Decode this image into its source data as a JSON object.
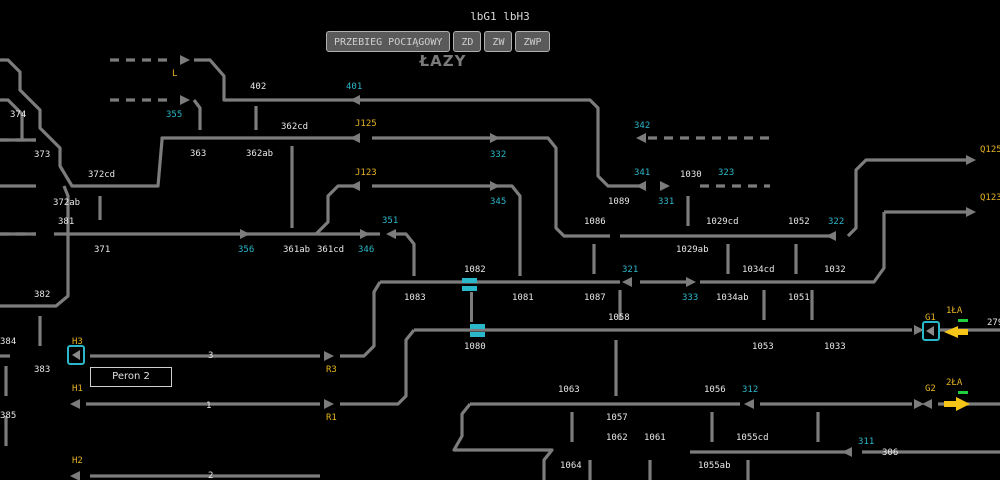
{
  "header": {
    "title": "lbG1 lbH3",
    "station": "ŁAZY",
    "buttons": [
      "PRZEBIEG POCIĄGOWY",
      "ZD",
      "ZW",
      "ZWP"
    ]
  },
  "peron": "Peron 2",
  "colors": {
    "track": "#7c7c7c",
    "cyan": "#2ab7c9",
    "yellow": "#e6b422",
    "text": "#e8e8e8",
    "bg": "#000000",
    "green": "#1fcf3f"
  },
  "labels": [
    [
      "402",
      "w",
      250,
      89
    ],
    [
      "401",
      "c",
      346,
      89
    ],
    [
      "L",
      "y",
      172,
      76
    ],
    [
      "355",
      "c",
      166,
      117
    ],
    [
      "374",
      "w",
      10,
      117
    ],
    [
      "373",
      "w",
      34,
      157
    ],
    [
      "372cd",
      "w",
      88,
      177
    ],
    [
      "372ab",
      "w",
      53,
      205
    ],
    [
      "381",
      "w",
      58,
      224
    ],
    [
      "371",
      "w",
      94,
      252
    ],
    [
      "382",
      "w",
      34,
      297
    ],
    [
      "384",
      "w",
      0,
      344
    ],
    [
      "383",
      "w",
      34,
      372
    ],
    [
      "385",
      "w",
      0,
      418
    ],
    [
      "362cd",
      "w",
      281,
      129
    ],
    [
      "J125",
      "y",
      355,
      126
    ],
    [
      "363",
      "w",
      190,
      156
    ],
    [
      "362ab",
      "w",
      246,
      156
    ],
    [
      "J123",
      "y",
      355,
      175
    ],
    [
      "356",
      "c",
      238,
      252
    ],
    [
      "361ab",
      "w",
      283,
      252
    ],
    [
      "361cd",
      "w",
      317,
      252
    ],
    [
      "346",
      "c",
      358,
      252
    ],
    [
      "351",
      "c",
      382,
      223
    ],
    [
      "332",
      "c",
      490,
      157
    ],
    [
      "345",
      "c",
      490,
      204
    ],
    [
      "342",
      "c",
      634,
      128
    ],
    [
      "341",
      "c",
      634,
      175
    ],
    [
      "331",
      "c",
      658,
      204
    ],
    [
      "1030",
      "w",
      680,
      177
    ],
    [
      "323",
      "c",
      718,
      175
    ],
    [
      "1089",
      "w",
      608,
      204
    ],
    [
      "1086",
      "w",
      584,
      224
    ],
    [
      "1029cd",
      "w",
      706,
      224
    ],
    [
      "1029ab",
      "w",
      676,
      252
    ],
    [
      "1052",
      "w",
      788,
      224
    ],
    [
      "322",
      "c",
      828,
      224
    ],
    [
      "1082",
      "w",
      464,
      272
    ],
    [
      "321",
      "c",
      622,
      272
    ],
    [
      "1034cd",
      "w",
      742,
      272
    ],
    [
      "1032",
      "w",
      824,
      272
    ],
    [
      "1083",
      "w",
      404,
      300
    ],
    [
      "1081",
      "w",
      512,
      300
    ],
    [
      "1087",
      "w",
      584,
      300
    ],
    [
      "333",
      "c",
      682,
      300
    ],
    [
      "1034ab",
      "w",
      716,
      300
    ],
    [
      "1051",
      "w",
      788,
      300
    ],
    [
      "1058",
      "w",
      608,
      320
    ],
    [
      "1080",
      "w",
      464,
      349
    ],
    [
      "1053",
      "w",
      752,
      349
    ],
    [
      "1033",
      "w",
      824,
      349
    ],
    [
      "G1",
      "y",
      925,
      320
    ],
    [
      "1ŁA",
      "y",
      946,
      313
    ],
    [
      "279",
      "w",
      987,
      325
    ],
    [
      "3",
      "w",
      208,
      358
    ],
    [
      "R3",
      "y",
      326,
      372
    ],
    [
      "H3",
      "y",
      72,
      344
    ],
    [
      "H1",
      "y",
      72,
      391
    ],
    [
      "1",
      "w",
      206,
      408
    ],
    [
      "R1",
      "y",
      326,
      420
    ],
    [
      "G2",
      "y",
      925,
      391
    ],
    [
      "2ŁA",
      "y",
      946,
      385
    ],
    [
      "1063",
      "w",
      558,
      392
    ],
    [
      "1056",
      "w",
      704,
      392
    ],
    [
      "312",
      "c",
      742,
      392
    ],
    [
      "1057",
      "w",
      606,
      420
    ],
    [
      "1062",
      "w",
      606,
      440
    ],
    [
      "1061",
      "w",
      644,
      440
    ],
    [
      "1055cd",
      "w",
      736,
      440
    ],
    [
      "311",
      "c",
      858,
      444
    ],
    [
      "306",
      "w",
      882,
      455
    ],
    [
      "1064",
      "w",
      560,
      468
    ],
    [
      "1055ab",
      "w",
      698,
      468
    ],
    [
      "H2",
      "y",
      72,
      463
    ],
    [
      "2",
      "w",
      208,
      478
    ],
    [
      "Q125",
      "y",
      980,
      152
    ],
    [
      "Q123",
      "y",
      980,
      200
    ]
  ]
}
